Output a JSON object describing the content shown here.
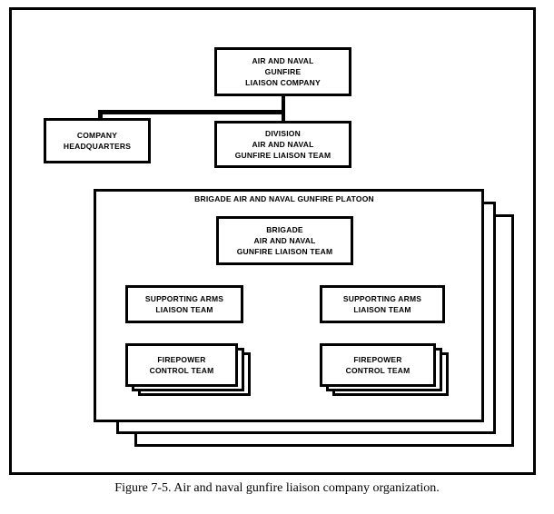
{
  "diagram": {
    "top_unit": [
      "AIR AND NAVAL",
      "GUNFIRE",
      "LIAISON COMPANY"
    ],
    "company_headquarters": [
      "COMPANY",
      "HEADQUARTERS"
    ],
    "division_team": [
      "DIVISION",
      "AIR AND NAVAL",
      "GUNFIRE LIAISON TEAM"
    ],
    "platoon_title": "BRIGADE AIR AND NAVAL GUNFIRE PLATOON",
    "brigade_team": [
      "BRIGADE",
      "AIR AND NAVAL",
      "GUNFIRE LIAISON TEAM"
    ],
    "supporting_arms_left": [
      "SUPPORTING ARMS",
      "LIAISON TEAM"
    ],
    "supporting_arms_right": [
      "SUPPORTING ARMS",
      "LIAISON TEAM"
    ],
    "firepower_left": [
      "FIREPOWER",
      "CONTROL TEAM"
    ],
    "firepower_right": [
      "FIREPOWER",
      "CONTROL TEAM"
    ]
  },
  "caption": "Figure 7-5.  Air and naval gunfire liaison company organization."
}
